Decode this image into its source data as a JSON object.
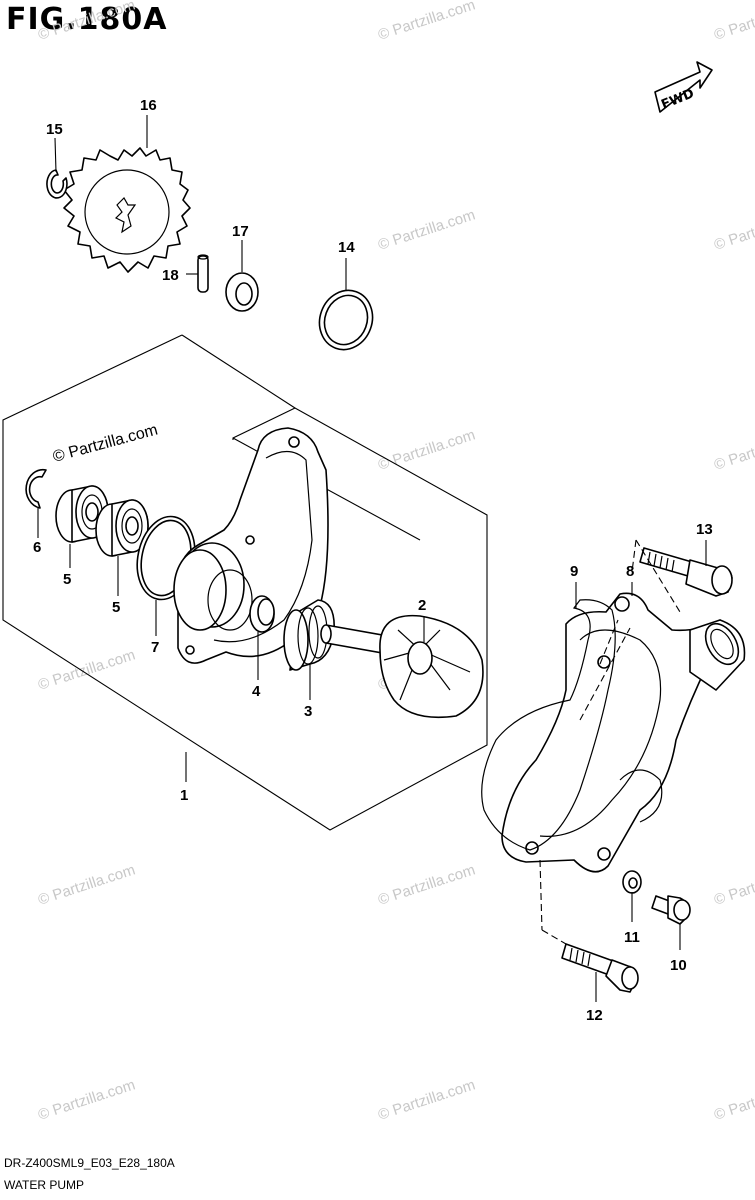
{
  "figure": {
    "title": "FIG.180A",
    "footer_code": "DR-Z400SML9_E03_E28_180A",
    "footer_name": "WATER PUMP",
    "fwd_label": "FWD"
  },
  "watermark": {
    "text": "© Partzilla.com",
    "box_text": "© Partzilla.com"
  },
  "callouts": {
    "c1": "1",
    "c2": "2",
    "c3": "3",
    "c4": "4",
    "c5a": "5",
    "c5b": "5",
    "c6": "6",
    "c7": "7",
    "c8": "8",
    "c9": "9",
    "c10": "10",
    "c11": "11",
    "c12": "12",
    "c13": "13",
    "c14": "14",
    "c15": "15",
    "c16": "16",
    "c17": "17",
    "c18": "18"
  }
}
